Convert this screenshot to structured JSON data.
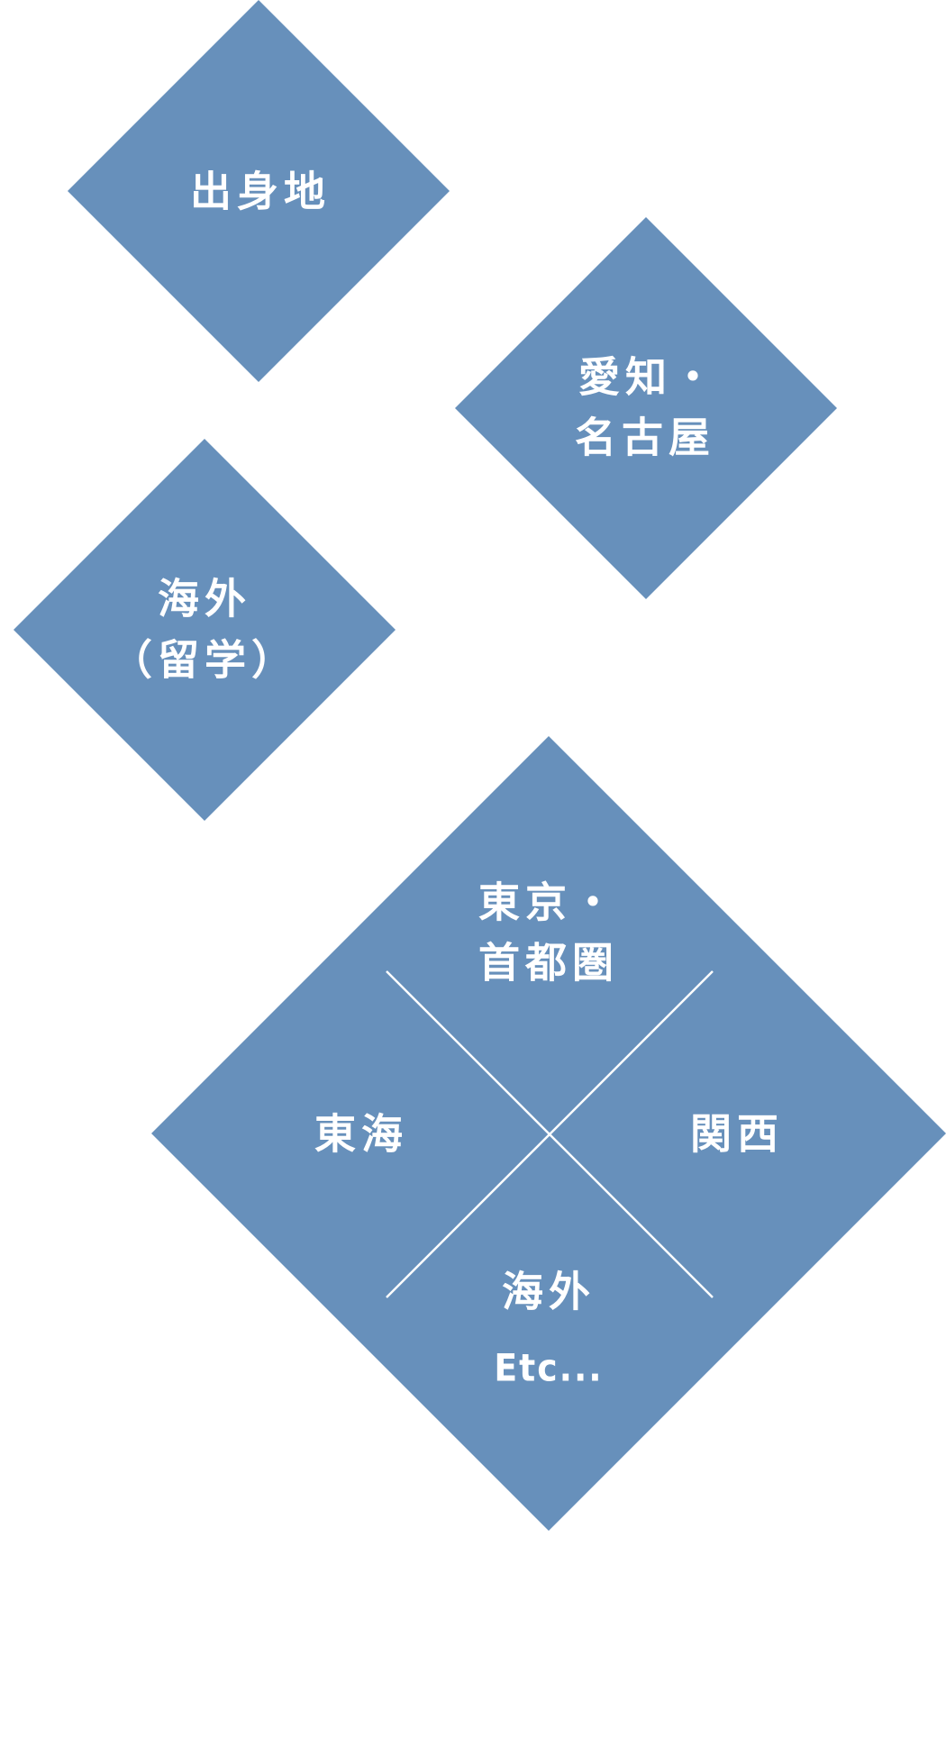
{
  "colors": {
    "diamond_fill": "#6790bb",
    "text": "#ffffff",
    "divider": "#ffffff",
    "background": "#ffffff"
  },
  "diamonds": {
    "origin": {
      "label": "出身地"
    },
    "aichi": {
      "line1": "愛知・",
      "line2": "名古屋"
    },
    "overseas_study": {
      "line1": "海外",
      "line2": "（留学）"
    }
  },
  "region_map": {
    "top": {
      "line1": "東京・",
      "line2": "首都圏"
    },
    "left": {
      "label": "東海"
    },
    "right": {
      "label": "関西"
    },
    "bottom": {
      "line1": "海外",
      "line2": "Etc..."
    }
  }
}
